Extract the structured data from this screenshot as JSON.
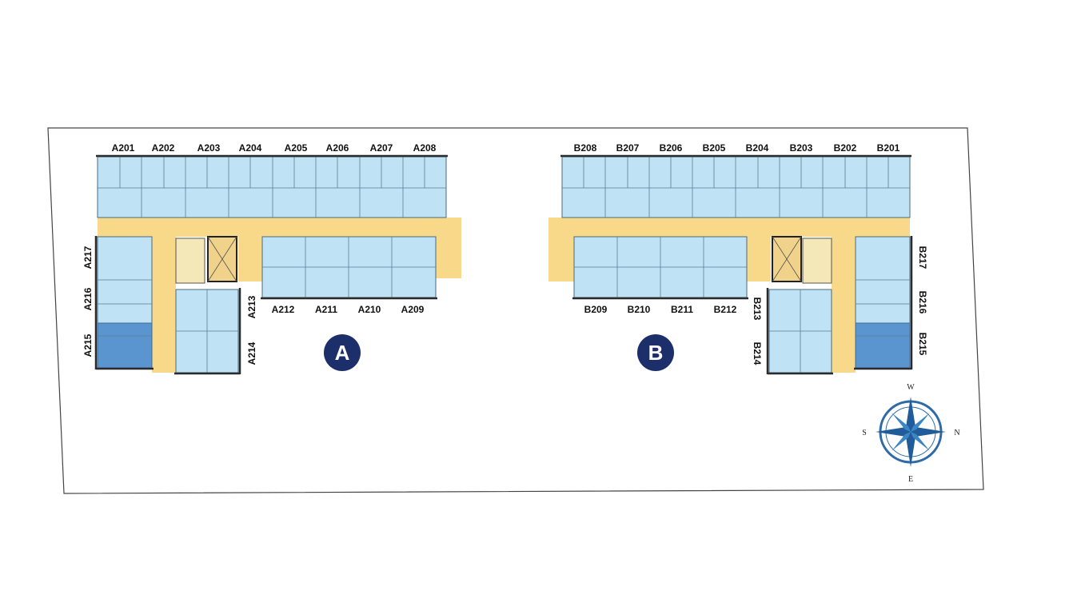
{
  "buildings": [
    {
      "label": "A",
      "units": {
        "top": [
          "A201",
          "A202",
          "A203",
          "A204",
          "A205",
          "A206",
          "A207",
          "A208"
        ],
        "middle": [
          "A212",
          "A211",
          "A210",
          "A209"
        ],
        "left": [
          "A217",
          "A216",
          "A215"
        ],
        "inner": [
          "A213",
          "A214"
        ]
      }
    },
    {
      "label": "B",
      "units": {
        "top": [
          "B208",
          "B207",
          "B206",
          "B205",
          "B204",
          "B203",
          "B202",
          "B201"
        ],
        "middle": [
          "B209",
          "B210",
          "B211",
          "B212"
        ],
        "right": [
          "B217",
          "B216",
          "B215"
        ],
        "inner": [
          "B213",
          "B214"
        ]
      }
    }
  ],
  "compass": {
    "top": "W",
    "right": "N",
    "bottom": "E",
    "left": "S"
  },
  "colors": {
    "unit": "#bfe2f5",
    "unit_highlight": "#5b95cf",
    "corridor": "#f8d98a",
    "badge": "#1c2f6b"
  }
}
